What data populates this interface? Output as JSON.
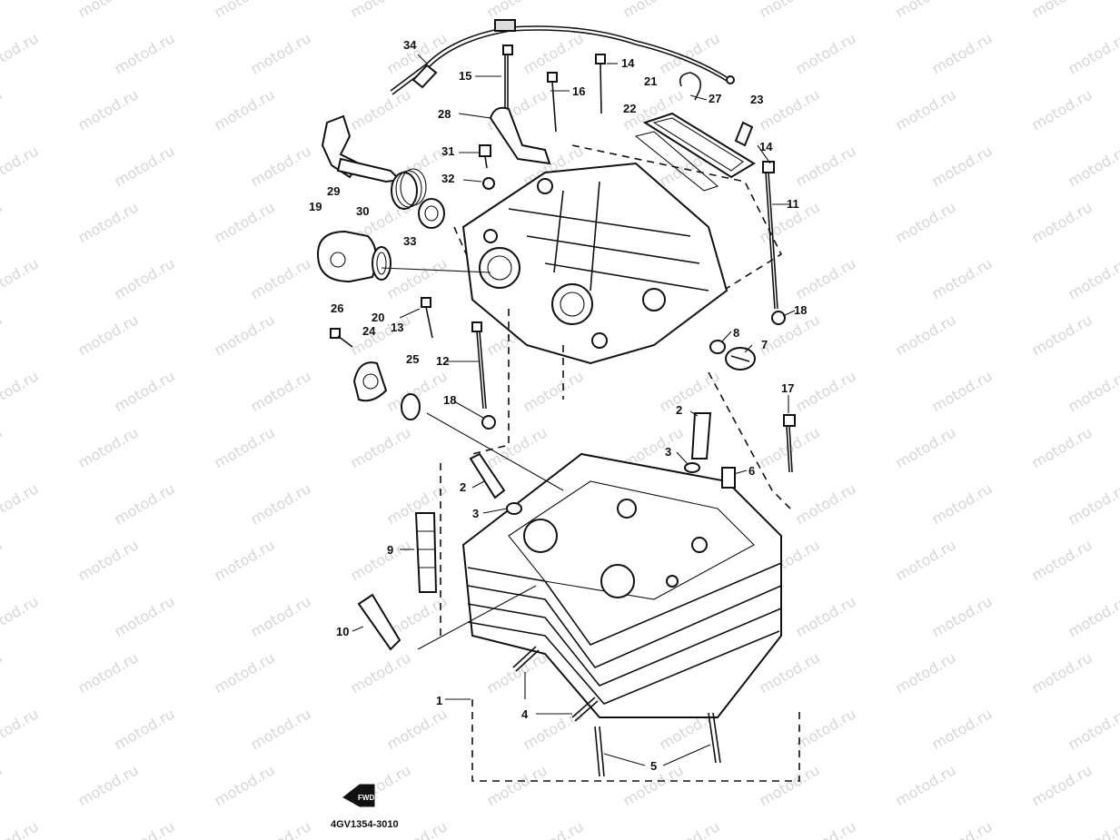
{
  "watermark": "motod.ru",
  "drawing_code": "4GV1354-3010",
  "fwd_icon": "fwd-arrow-icon",
  "labels": {
    "p1": "1",
    "p2a": "2",
    "p2b": "2",
    "p3a": "3",
    "p3b": "3",
    "p4": "4",
    "p5": "5",
    "p6": "6",
    "p7": "7",
    "p8": "8",
    "p9": "9",
    "p10": "10",
    "p11": "11",
    "p12": "12",
    "p13": "13",
    "p14a": "14",
    "p14b": "14",
    "p15": "15",
    "p16": "16",
    "p17": "17",
    "p18a": "18",
    "p18b": "18",
    "p19": "19",
    "p20": "20",
    "p21": "21",
    "p22": "22",
    "p23": "23",
    "p24": "24",
    "p25": "25",
    "p26": "26",
    "p27": "27",
    "p28": "28",
    "p29": "29",
    "p30": "30",
    "p31": "31",
    "p32": "32",
    "p33": "33",
    "p34": "34"
  }
}
